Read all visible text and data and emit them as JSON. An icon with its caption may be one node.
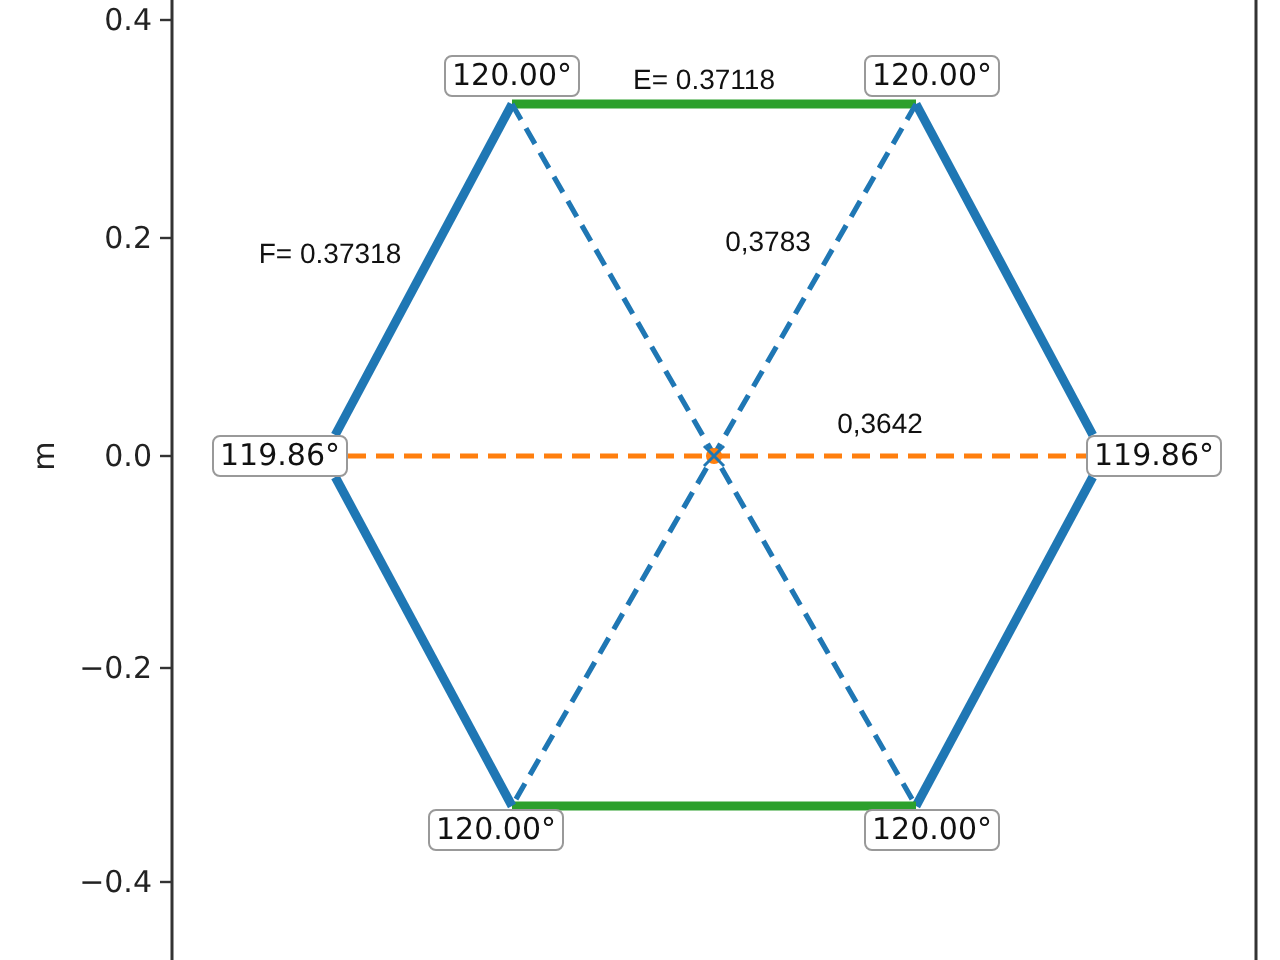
{
  "diagram": {
    "nodes": [
      {
        "text": [
          "120.00°"
        ]
      },
      {
        "text": [
          "120.00°"
        ]
      },
      {
        "text": [
          "119.86°"
        ]
      },
      {
        "text": [
          "119.86°"
        ]
      },
      {
        "text": [
          "120.00°"
        ]
      },
      {
        "text": [
          "120.00°"
        ]
      }
    ],
    "edges": [
      {
        "from": 0,
        "to": 1,
        "arrow": "none",
        "label": "E= 0.37118",
        "color": "#2ca02c"
      },
      {
        "from": 1,
        "to": 3,
        "arrow": "none"
      },
      {
        "from": 3,
        "to": 5,
        "arrow": "none"
      },
      {
        "from": 5,
        "to": 4,
        "arrow": "none",
        "color": "#2ca02c"
      },
      {
        "from": 4,
        "to": 2,
        "arrow": "none"
      },
      {
        "from": 2,
        "to": 0,
        "arrow": "none",
        "label": "F= 0.37318"
      },
      {
        "from": 0,
        "to": 5,
        "arrow": "none",
        "style": "dashed"
      },
      {
        "from": 1,
        "to": 4,
        "arrow": "none",
        "label": "0,3783",
        "style": "dashed"
      },
      {
        "from": 2,
        "to": 3,
        "arrow": "none",
        "label": "0,3642",
        "style": "dashed",
        "color": "#ff7f0e"
      }
    ],
    "labels": [
      "0.4",
      "0.2",
      "0.0",
      "−0.2",
      "−0.4",
      "m"
    ]
  }
}
